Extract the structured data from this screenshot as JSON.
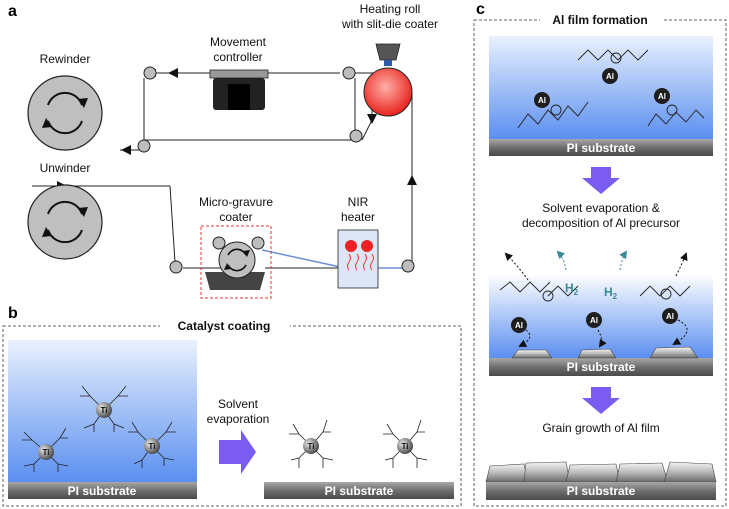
{
  "panels": {
    "a": {
      "label": "a",
      "rewinder": "Rewinder",
      "unwinder": "Unwinder",
      "movement_line1": "Movement",
      "movement_line2": "controller",
      "heating_line1": "Heating roll",
      "heating_line2": "with slit-die coater",
      "gravure_line1": "Micro-gravure",
      "gravure_line2": "coater",
      "nir_line1": "NIR",
      "nir_line2": "heater"
    },
    "b": {
      "label": "b",
      "title": "Catalyst coating",
      "arrow_line1": "Solvent",
      "arrow_line2": "evaporation",
      "substrate_left": "PI substrate",
      "substrate_right": "PI substrate",
      "metal": "Ti"
    },
    "c": {
      "label": "c",
      "title": "Al film formation",
      "substrate_top": "PI substrate",
      "substrate_mid": "PI substrate",
      "substrate_bottom": "PI substrate",
      "step1_line1": "Solvent evaporation &",
      "step1_line2": "decomposition of Al precursor",
      "step2": "Grain growth of Al film",
      "metal": "Al",
      "h2": "H",
      "h2_sub": "2"
    }
  },
  "colors": {
    "arrow_purple": "#7b5cf0",
    "heater_red": "#ee2222",
    "gradient_blue": "#5b8ff0",
    "substrate_grey": "#7a7a7a"
  }
}
